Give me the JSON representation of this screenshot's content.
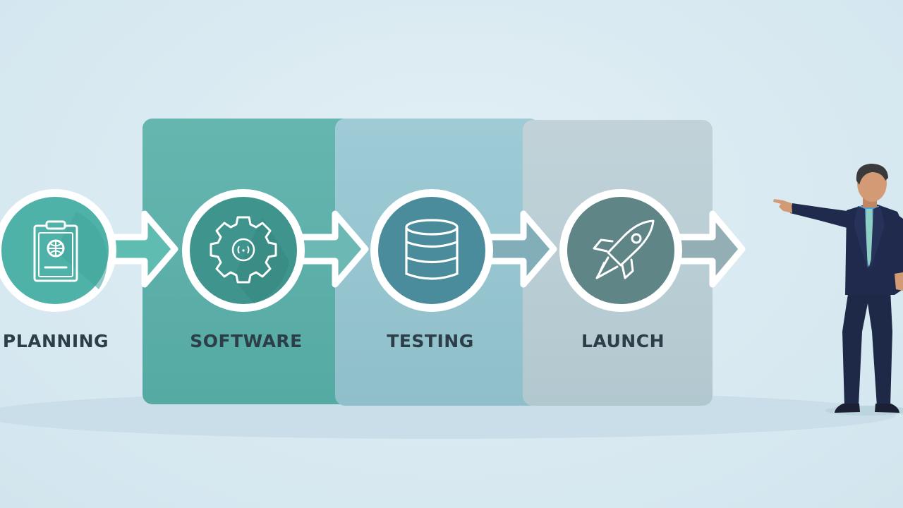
{
  "diagram": {
    "stages": [
      {
        "label": "PLANNING",
        "icon": "clipboard-icon",
        "circle_color": "#4fb2a8",
        "arrow_color": "#5fbcb1"
      },
      {
        "label": "SOFTWARE",
        "icon": "gear-icon",
        "circle_color": "#3f958d",
        "arrow_color": "#6bb8b4"
      },
      {
        "label": "TESTING",
        "icon": "database-icon",
        "circle_color": "#4a8c9c",
        "arrow_color": "#82aeb9"
      },
      {
        "label": "LAUNCH",
        "icon": "rocket-icon",
        "circle_color": "#5f8587",
        "arrow_color": "#93aeb4"
      }
    ],
    "panels": [
      {
        "name": "software",
        "color": "#5fb1ab"
      },
      {
        "name": "testing",
        "color": "#98c6d1"
      },
      {
        "name": "launch",
        "color": "#bacdd3"
      }
    ],
    "presenter": {
      "icon": "presenter-figure",
      "suit_color": "#1f2a4c",
      "shirt_color": "#5a9fd0",
      "tie_color": "#8fd0c4",
      "skin_color": "#d39b75",
      "hair_color": "#3a3a3c"
    }
  }
}
